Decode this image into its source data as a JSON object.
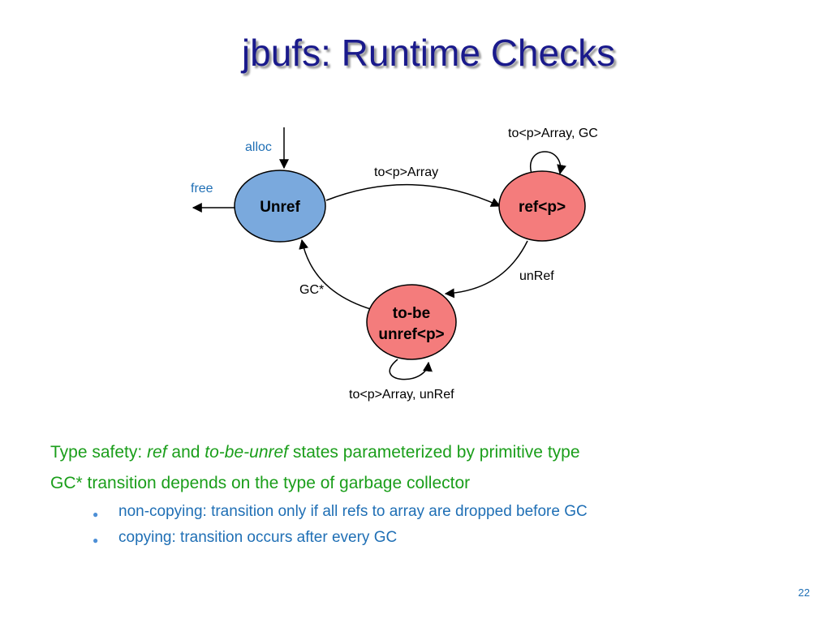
{
  "slide": {
    "title": "jbufs: Runtime Checks",
    "page_number": "22"
  },
  "diagram": {
    "nodes": {
      "unref": {
        "label": "Unref",
        "color": "#7aa9dd"
      },
      "ref": {
        "label": "ref<p>",
        "color": "#f47c7c"
      },
      "tobe": {
        "label_line1": "to-be",
        "label_line2": "unref<p>",
        "color": "#f47c7c"
      }
    },
    "edges": {
      "alloc": "alloc",
      "free": "free",
      "unref_to_ref": "to<p>Array",
      "ref_self": "to<p>Array, GC",
      "ref_to_tobe": "unRef",
      "tobe_to_unref": "GC*",
      "tobe_self": "to<p>Array, unRef"
    }
  },
  "text": {
    "line1": {
      "prefix": "Type safety: ",
      "ref": "ref",
      "and": " and ",
      "tobe": "to-be-unref",
      "suffix": " states parameterized by primitive type"
    },
    "line2": "GC* transition depends on the type of garbage collector",
    "bullets": [
      "non-copying: transition only if all refs to array are dropped before GC",
      "copying: transition occurs after every GC"
    ]
  },
  "colors": {
    "title": "#1a1a8c",
    "green_text": "#1a9e1a",
    "blue_text": "#1f6fb5"
  }
}
